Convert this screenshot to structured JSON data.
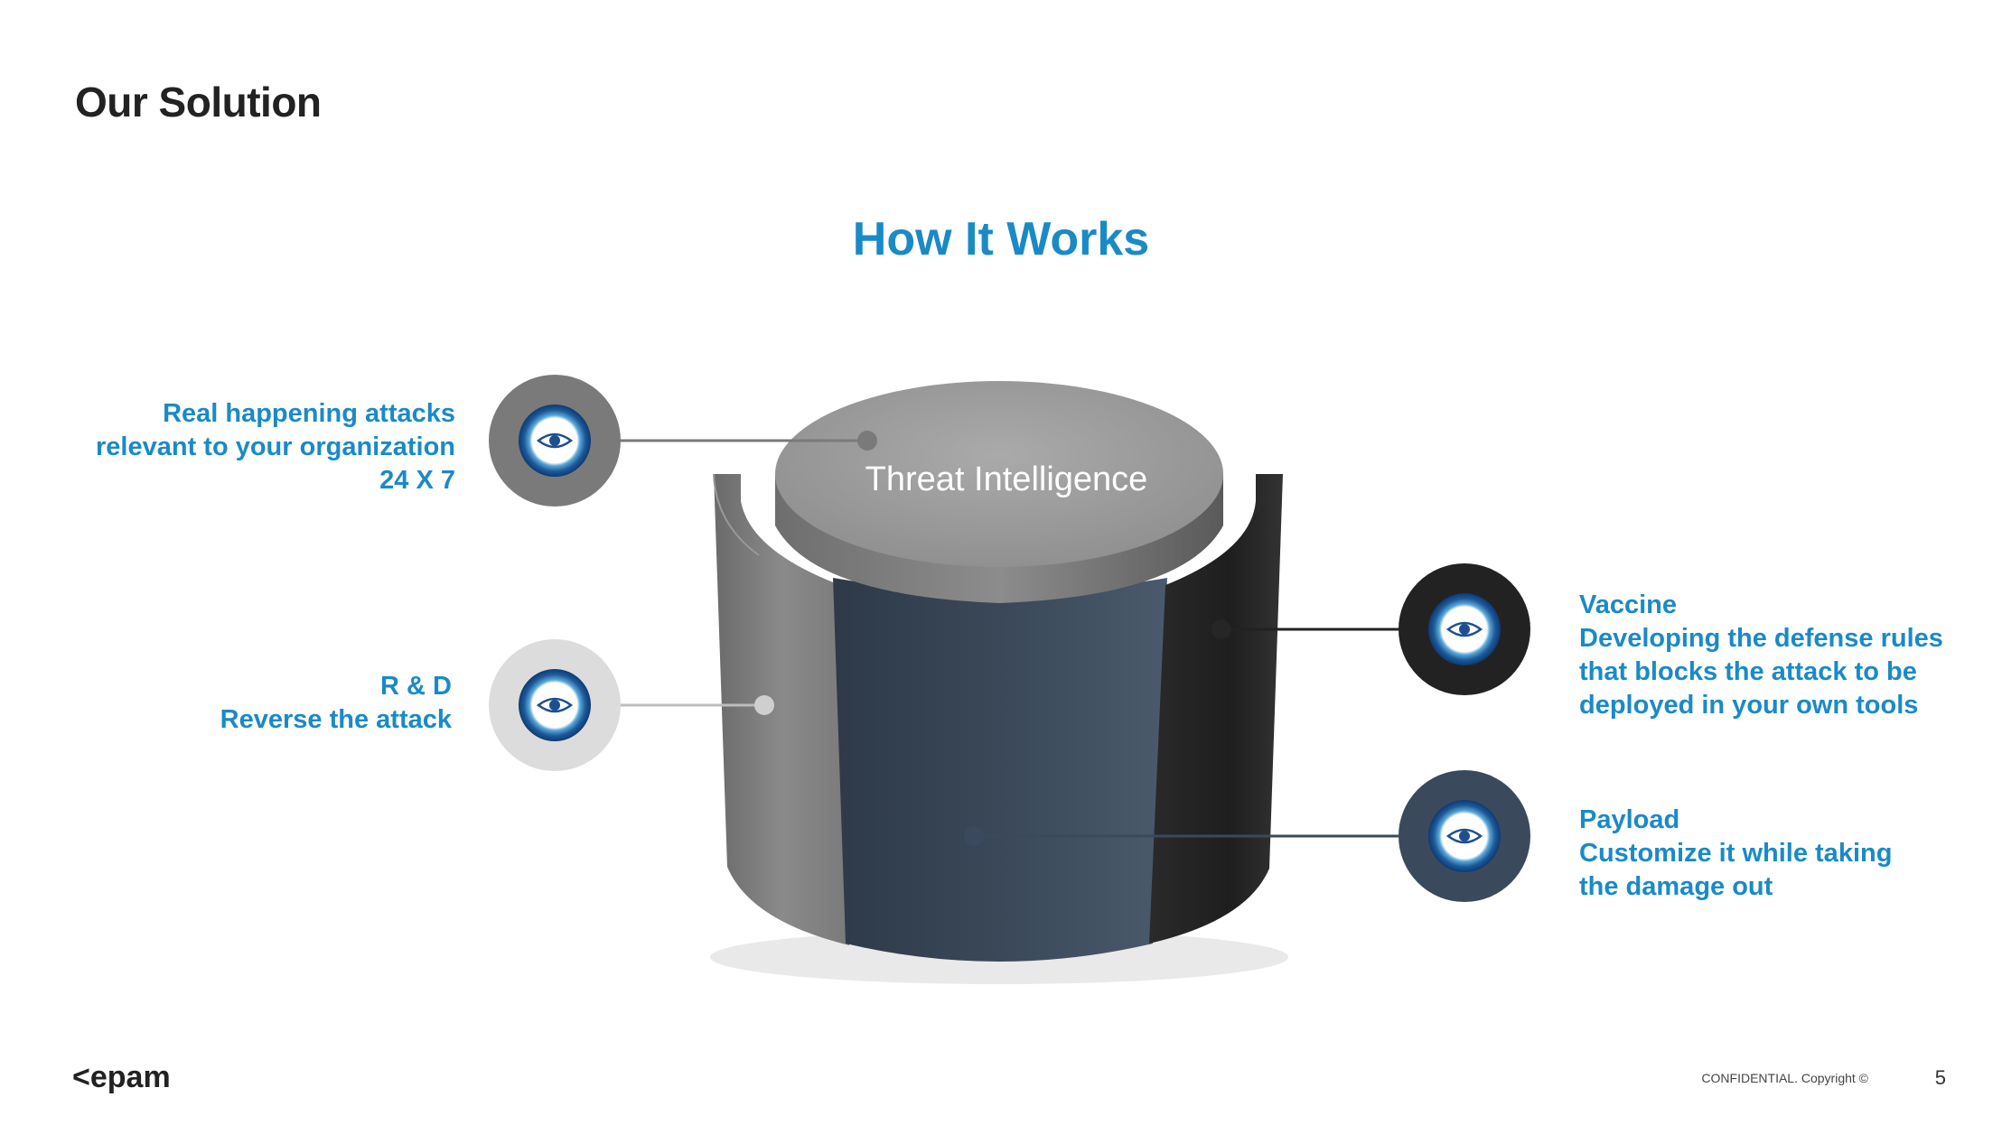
{
  "slide": {
    "title": "Our Solution",
    "subtitle": "How It Works"
  },
  "diagram": {
    "center_label": "Threat Intelligence",
    "items": [
      {
        "id": "intel",
        "lines": [
          "Real happening attacks",
          "relevant to your organization",
          "24 X 7"
        ],
        "color": "#7a7a7a",
        "icon": "eye-icon"
      },
      {
        "id": "rd",
        "lines": [
          "R & D",
          "Reverse the attack"
        ],
        "color": "#dcdcdc",
        "icon": "eye-icon"
      },
      {
        "id": "vaccine",
        "lines": [
          "Vaccine",
          "Developing the defense rules",
          "that blocks the attack to be",
          "deployed in your own tools"
        ],
        "color": "#222222",
        "icon": "eye-icon"
      },
      {
        "id": "payload",
        "lines": [
          "Payload",
          "Customize it while taking",
          "the damage out"
        ],
        "color": "#3a4a5c",
        "icon": "eye-icon"
      }
    ],
    "colors": {
      "accent": "#1a8ac7",
      "text_dark": "#222222"
    }
  },
  "footer": {
    "logo": "<epam>",
    "confidential": "CONFIDENTIAL. Copyright ©",
    "page_number": "5"
  }
}
